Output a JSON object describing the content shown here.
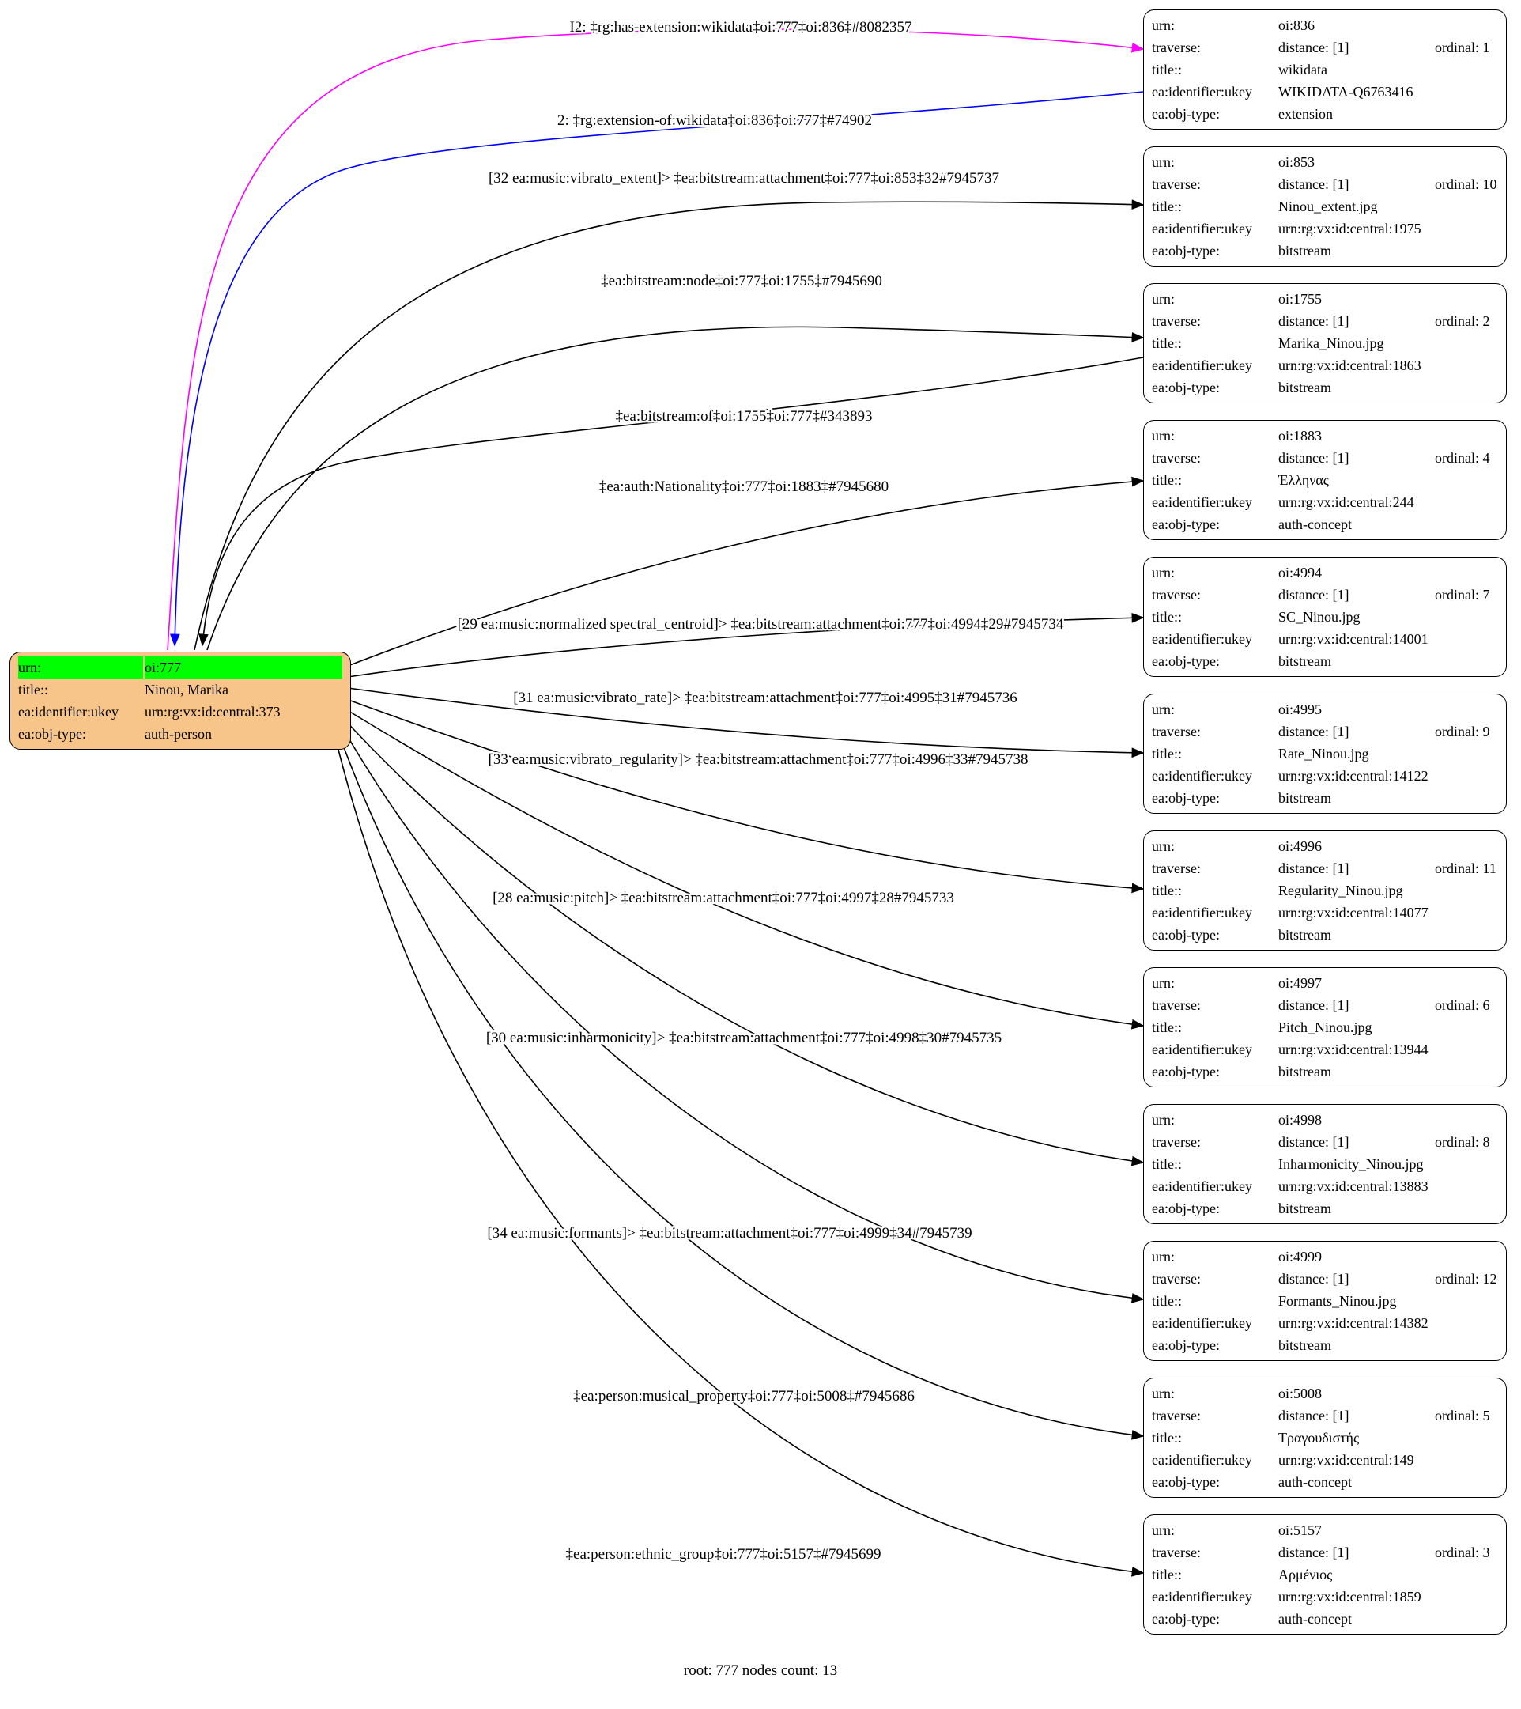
{
  "caption": "root: 777 nodes count: 13",
  "field_labels": {
    "urn": "urn:",
    "traverse": "traverse:",
    "title": "title::",
    "identifier": "ea:identifier:ukey",
    "objtype": "ea:obj-type:"
  },
  "root_node": {
    "urn": "oi:777",
    "title": "Ninou, Marika",
    "identifier": "urn:rg:vx:id:central:373",
    "objtype": "auth-person"
  },
  "nodes": [
    {
      "urn": "oi:836",
      "distance": "distance: [1]",
      "ordinal": "ordinal: 1",
      "title": "wikidata",
      "identifier": "WIKIDATA-Q6763416",
      "objtype": "extension"
    },
    {
      "urn": "oi:853",
      "distance": "distance: [1]",
      "ordinal": "ordinal: 10",
      "title": "Ninou_extent.jpg",
      "identifier": "urn:rg:vx:id:central:1975",
      "objtype": "bitstream"
    },
    {
      "urn": "oi:1755",
      "distance": "distance: [1]",
      "ordinal": "ordinal: 2",
      "title": "Marika_Ninou.jpg",
      "identifier": "urn:rg:vx:id:central:1863",
      "objtype": "bitstream"
    },
    {
      "urn": "oi:1883",
      "distance": "distance: [1]",
      "ordinal": "ordinal: 4",
      "title": "Έλληνας",
      "identifier": "urn:rg:vx:id:central:244",
      "objtype": "auth-concept"
    },
    {
      "urn": "oi:4994",
      "distance": "distance: [1]",
      "ordinal": "ordinal: 7",
      "title": "SC_Ninou.jpg",
      "identifier": "urn:rg:vx:id:central:14001",
      "objtype": "bitstream"
    },
    {
      "urn": "oi:4995",
      "distance": "distance: [1]",
      "ordinal": "ordinal: 9",
      "title": "Rate_Ninou.jpg",
      "identifier": "urn:rg:vx:id:central:14122",
      "objtype": "bitstream"
    },
    {
      "urn": "oi:4996",
      "distance": "distance: [1]",
      "ordinal": "ordinal: 11",
      "title": "Regularity_Ninou.jpg",
      "identifier": "urn:rg:vx:id:central:14077",
      "objtype": "bitstream"
    },
    {
      "urn": "oi:4997",
      "distance": "distance: [1]",
      "ordinal": "ordinal: 6",
      "title": "Pitch_Ninou.jpg",
      "identifier": "urn:rg:vx:id:central:13944",
      "objtype": "bitstream"
    },
    {
      "urn": "oi:4998",
      "distance": "distance: [1]",
      "ordinal": "ordinal: 8",
      "title": "Inharmonicity_Ninou.jpg",
      "identifier": "urn:rg:vx:id:central:13883",
      "objtype": "bitstream"
    },
    {
      "urn": "oi:4999",
      "distance": "distance: [1]",
      "ordinal": "ordinal: 12",
      "title": "Formants_Ninou.jpg",
      "identifier": "urn:rg:vx:id:central:14382",
      "objtype": "bitstream"
    },
    {
      "urn": "oi:5008",
      "distance": "distance: [1]",
      "ordinal": "ordinal: 5",
      "title": "Τραγουδιστής",
      "identifier": "urn:rg:vx:id:central:149",
      "objtype": "auth-concept"
    },
    {
      "urn": "oi:5157",
      "distance": "distance: [1]",
      "ordinal": "ordinal: 3",
      "title": "Αρμένιος",
      "identifier": "urn:rg:vx:id:central:1859",
      "objtype": "auth-concept"
    }
  ],
  "edges": [
    {
      "label": "I2: ‡rg:has-extension:wikidata‡oi:777‡oi:836‡#8082357",
      "color": "magenta",
      "from": "oi:777",
      "to": "oi:836"
    },
    {
      "label": "2: ‡rg:extension-of:wikidata‡oi:836‡oi:777‡#74902",
      "color": "blue",
      "from": "oi:836",
      "to": "oi:777"
    },
    {
      "label": "[32 ea:music:vibrato_extent]> ‡ea:bitstream:attachment‡oi:777‡oi:853‡32#7945737",
      "color": "black",
      "from": "oi:777",
      "to": "oi:853"
    },
    {
      "label": "‡ea:bitstream:node‡oi:777‡oi:1755‡#7945690",
      "color": "black",
      "from": "oi:777",
      "to": "oi:1755"
    },
    {
      "label": "‡ea:bitstream:of‡oi:1755‡oi:777‡#343893",
      "color": "black",
      "from": "oi:1755",
      "to": "oi:777"
    },
    {
      "label": "‡ea:auth:Nationality‡oi:777‡oi:1883‡#7945680",
      "color": "black",
      "from": "oi:777",
      "to": "oi:1883"
    },
    {
      "label": "[29 ea:music:normalized spectral_centroid]> ‡ea:bitstream:attachment‡oi:777‡oi:4994‡29#7945734",
      "color": "black",
      "from": "oi:777",
      "to": "oi:4994"
    },
    {
      "label": "[31 ea:music:vibrato_rate]> ‡ea:bitstream:attachment‡oi:777‡oi:4995‡31#7945736",
      "color": "black",
      "from": "oi:777",
      "to": "oi:4995"
    },
    {
      "label": "[33 ea:music:vibrato_regularity]> ‡ea:bitstream:attachment‡oi:777‡oi:4996‡33#7945738",
      "color": "black",
      "from": "oi:777",
      "to": "oi:4996"
    },
    {
      "label": "[28 ea:music:pitch]> ‡ea:bitstream:attachment‡oi:777‡oi:4997‡28#7945733",
      "color": "black",
      "from": "oi:777",
      "to": "oi:4997"
    },
    {
      "label": "[30 ea:music:inharmonicity]> ‡ea:bitstream:attachment‡oi:777‡oi:4998‡30#7945735",
      "color": "black",
      "from": "oi:777",
      "to": "oi:4998"
    },
    {
      "label": "[34 ea:music:formants]> ‡ea:bitstream:attachment‡oi:777‡oi:4999‡34#7945739",
      "color": "black",
      "from": "oi:777",
      "to": "oi:4999"
    },
    {
      "label": "‡ea:person:musical_property‡oi:777‡oi:5008‡#7945686",
      "color": "black",
      "from": "oi:777",
      "to": "oi:5008"
    },
    {
      "label": "‡ea:person:ethnic_group‡oi:777‡oi:5157‡#7945699",
      "color": "black",
      "from": "oi:777",
      "to": "oi:5157"
    }
  ],
  "colors": {
    "root_fill": "#f7c489",
    "urn_highlight": "#00ff00",
    "edge_black": "#000000",
    "edge_magenta": "#ff00ff",
    "edge_blue": "#0000ff"
  }
}
